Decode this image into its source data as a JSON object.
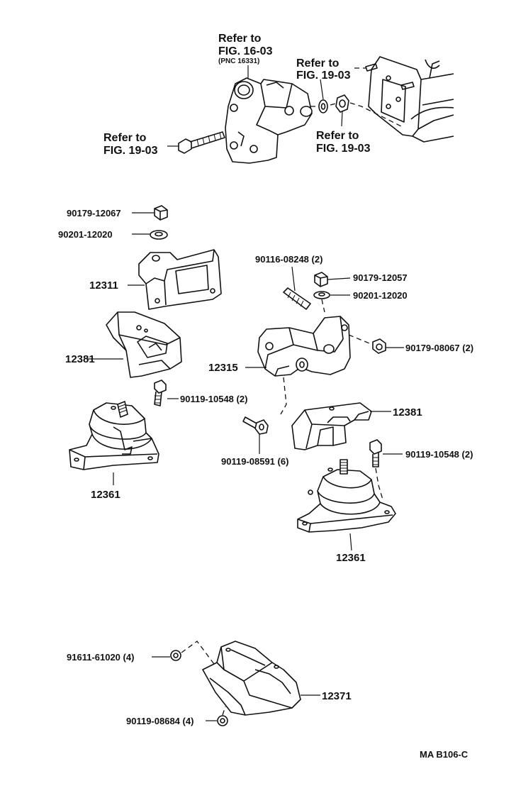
{
  "ref_labels": {
    "fig_16_03_refer": "Refer to",
    "fig_16_03": "FIG. 16-03",
    "pnc_16331": "(PNC 16331)",
    "fig_19_03_a_refer": "Refer to",
    "fig_19_03_a": "FIG. 19-03",
    "fig_19_03_b_refer": "Refer to",
    "fig_19_03_b": "FIG. 19-03",
    "fig_19_03_c_refer": "Refer to",
    "fig_19_03_c": "FIG. 19-03"
  },
  "parts": {
    "p90179_12067": "90179-12067",
    "p90201_12020_left": "90201-12020",
    "p12311": "12311",
    "p12381_left": "12381",
    "p90119_10548_left": "90119-10548 (2)",
    "p12361_left": "12361",
    "p90116_08248": "90116-08248 (2)",
    "p90179_12057": "90179-12057",
    "p90201_12020_right": "90201-12020",
    "p90179_08067": "90179-08067 (2)",
    "p12315": "12315",
    "p12381_right": "12381",
    "p90119_08591": "90119-08591 (6)",
    "p90119_10548_right": "90119-10548 (2)",
    "p12361_right": "12361",
    "p91611_61020": "91611-61020 (4)",
    "p12371": "12371",
    "p90119_08684": "90119-08684 (4)"
  },
  "diagram_code": "MA B106-C"
}
